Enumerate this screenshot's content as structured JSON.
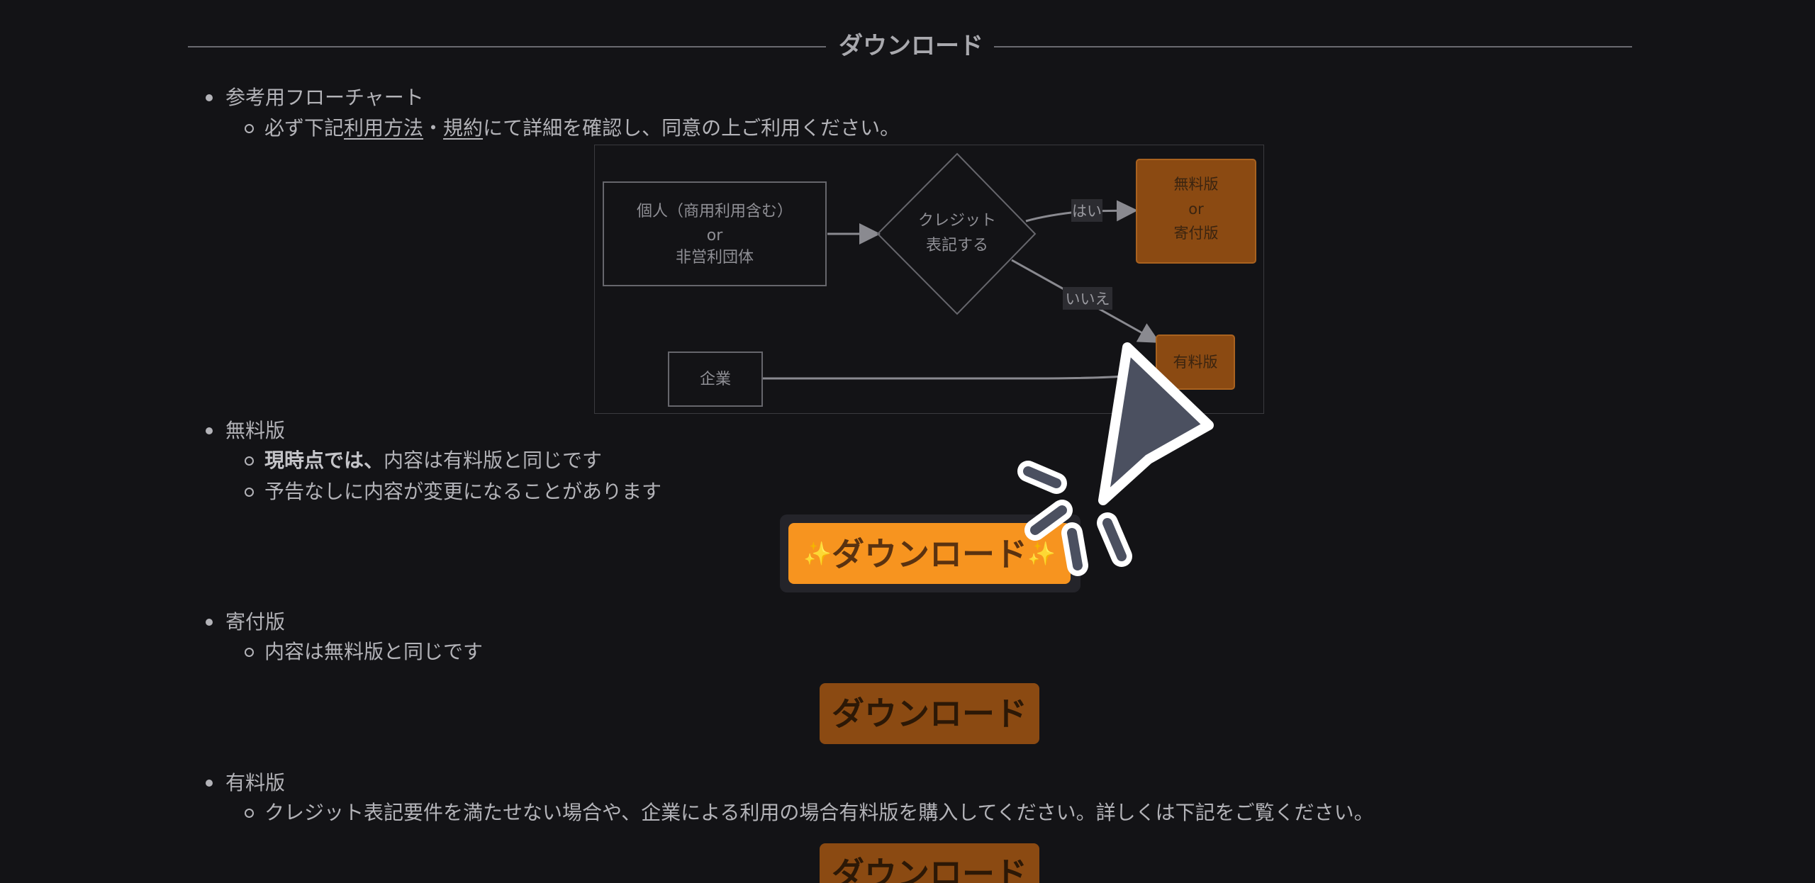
{
  "section": {
    "title": "ダウンロード"
  },
  "flowchart_intro": {
    "bullet": "参考用フローチャート",
    "note_prefix": "必ず下記",
    "link_usage": "利用方法",
    "separator": "・",
    "link_terms": "規約",
    "note_suffix": "にて詳細を確認し、同意の上ご利用ください。"
  },
  "flowchart": {
    "node_individual_line1": "個人（商用利用含む）",
    "node_individual_line2": "or",
    "node_individual_line3": "非営利団体",
    "node_credit_line1": "クレジット",
    "node_credit_line2": "表記する",
    "node_company": "企業",
    "node_free_line1": "無料版",
    "node_free_line2": "or",
    "node_free_line3": "寄付版",
    "node_paid": "有料版",
    "edge_yes": "はい",
    "edge_no": "いいえ"
  },
  "free": {
    "bullet": "無料版",
    "note1_strong": "現時点では、",
    "note1_rest": "内容は有料版と同じです",
    "note2": "予告なしに内容が変更になることがあります",
    "button_label": "ダウンロード",
    "sparkle": "✨"
  },
  "donation": {
    "bullet": "寄付版",
    "note": "内容は無料版と同じです",
    "button_label": "ダウンロード"
  },
  "paid": {
    "bullet": "有料版",
    "note": "クレジット表記要件を満たせない場合や、企業による利用の場合有料版を購入してください。詳しくは下記をご覧ください。",
    "button_label": "ダウンロード"
  },
  "colors": {
    "background": "#131316",
    "accent_primary": "#f7941f",
    "accent_muted": "#8b4a12",
    "text": "#b3b3b8"
  }
}
